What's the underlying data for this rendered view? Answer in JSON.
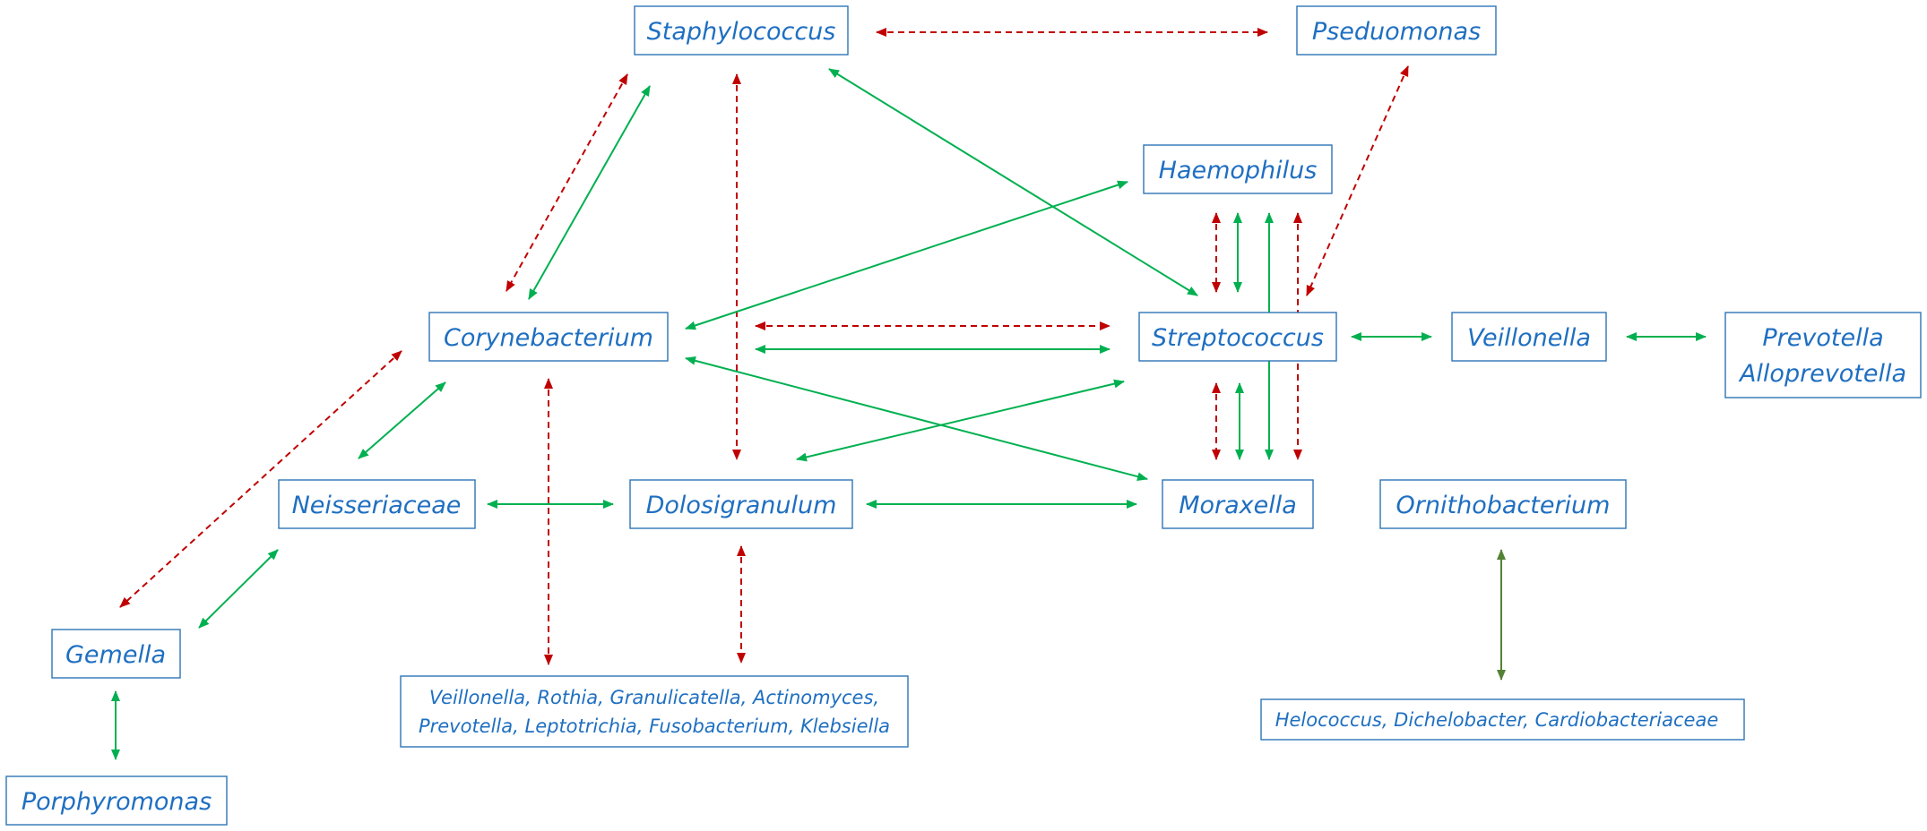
{
  "colors": {
    "text": "#1f6fc1",
    "box_border": "#2e75b6",
    "positive": "#00b050",
    "negative": "#c00000",
    "olive": "#548235"
  },
  "nodes": {
    "staphylococcus": "Staphylococcus",
    "pseudomonas": "Pseduomonas",
    "haemophilus": "Haemophilus",
    "corynebacterium": "Corynebacterium",
    "streptococcus": "Streptococcus",
    "veillonella": "Veillonella",
    "prevotella_line1": "Prevotella",
    "prevotella_line2": "Alloprevotella",
    "neisseriaceae": "Neisseriaceae",
    "dolosigranulum": "Dolosigranulum",
    "moraxella": "Moraxella",
    "ornithobacterium": "Ornithobacterium",
    "gemella": "Gemella",
    "porphyromonas": "Porphyromonas",
    "group_line1": "Veillonella, Rothia, Granulicatella, Actinomyces,",
    "group_line2": "Prevotella, Leptotrichia, Fusobacterium, Klebsiella",
    "helococcus_group": "Helococcus, Dichelobacter, Cardiobacteriaceae"
  },
  "edges": [
    {
      "from": "Staphylococcus",
      "to": "Pseduomonas",
      "type": "negative"
    },
    {
      "from": "Staphylococcus",
      "to": "Corynebacterium",
      "type": "negative"
    },
    {
      "from": "Staphylococcus",
      "to": "Corynebacterium",
      "type": "positive"
    },
    {
      "from": "Staphylococcus",
      "to": "Dolosigranulum",
      "type": "negative"
    },
    {
      "from": "Staphylococcus",
      "to": "Streptococcus",
      "type": "positive"
    },
    {
      "from": "Pseduomonas",
      "to": "Streptococcus",
      "type": "negative"
    },
    {
      "from": "Haemophilus",
      "to": "Corynebacterium",
      "type": "positive"
    },
    {
      "from": "Haemophilus",
      "to": "Streptococcus",
      "type": "negative"
    },
    {
      "from": "Haemophilus",
      "to": "Streptococcus",
      "type": "positive"
    },
    {
      "from": "Haemophilus",
      "to": "Moraxella",
      "type": "positive"
    },
    {
      "from": "Haemophilus",
      "to": "Moraxella",
      "type": "negative"
    },
    {
      "from": "Corynebacterium",
      "to": "Streptococcus",
      "type": "negative"
    },
    {
      "from": "Corynebacterium",
      "to": "Streptococcus",
      "type": "positive"
    },
    {
      "from": "Corynebacterium",
      "to": "Moraxella",
      "type": "positive"
    },
    {
      "from": "Corynebacterium",
      "to": "Neisseriaceae",
      "type": "positive"
    },
    {
      "from": "Corynebacterium",
      "to": "Gemella",
      "type": "negative"
    },
    {
      "from": "Corynebacterium",
      "to": "Veillonella, Rothia, Granulicatella, Actinomyces, Prevotella, Leptotrichia, Fusobacterium, Klebsiella",
      "type": "negative"
    },
    {
      "from": "Streptococcus",
      "to": "Veillonella",
      "type": "positive"
    },
    {
      "from": "Veillonella",
      "to": "Prevotella Alloprevotella",
      "type": "positive"
    },
    {
      "from": "Streptococcus",
      "to": "Dolosigranulum",
      "type": "positive"
    },
    {
      "from": "Streptococcus",
      "to": "Moraxella",
      "type": "negative"
    },
    {
      "from": "Streptococcus",
      "to": "Moraxella",
      "type": "positive"
    },
    {
      "from": "Neisseriaceae",
      "to": "Dolosigranulum",
      "type": "positive"
    },
    {
      "from": "Neisseriaceae",
      "to": "Gemella",
      "type": "positive"
    },
    {
      "from": "Dolosigranulum",
      "to": "Moraxella",
      "type": "positive"
    },
    {
      "from": "Dolosigranulum",
      "to": "Veillonella, Rothia, Granulicatella, Actinomyces, Prevotella, Leptotrichia, Fusobacterium, Klebsiella",
      "type": "negative"
    },
    {
      "from": "Gemella",
      "to": "Porphyromonas",
      "type": "positive"
    },
    {
      "from": "Ornithobacterium",
      "to": "Helococcus, Dichelobacter, Cardiobacteriaceae",
      "type": "olive"
    }
  ]
}
